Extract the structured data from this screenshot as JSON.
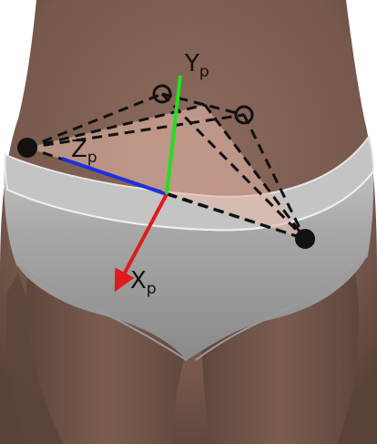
{
  "figure": {
    "subject": "pelvis-coordinate-frame",
    "colors": {
      "skin": "#8a6a5c",
      "skin_dark": "#5e463c",
      "garment": "#b8b8b8",
      "garment_dark": "#8f8f8f",
      "triangle_fill": "#e2b6a6",
      "x_axis": "#e01b1b",
      "y_axis": "#22e022",
      "z_axis": "#1f2fe0",
      "marker": "#111111",
      "dashes": "#111111"
    },
    "axes": {
      "x": {
        "letter": "X",
        "subscript": "p"
      },
      "y": {
        "letter": "Y",
        "subscript": "p"
      },
      "z": {
        "letter": "Z",
        "subscript": "p"
      }
    },
    "markers": {
      "filled": [
        "left-landmark",
        "right-landmark"
      ],
      "open": [
        "posterior-landmark-1",
        "posterior-landmark-2"
      ]
    }
  }
}
